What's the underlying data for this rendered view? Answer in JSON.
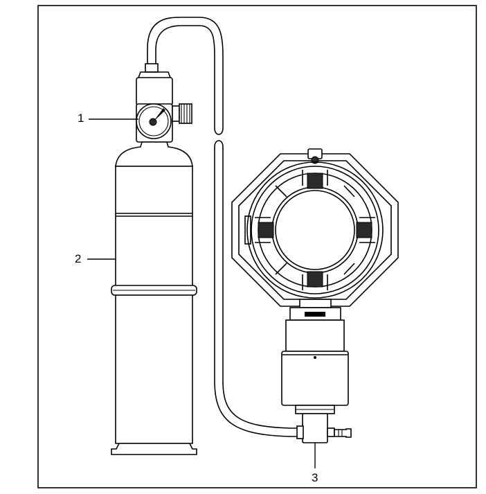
{
  "figure": {
    "frame_color": "#000000",
    "line_color": "#000000",
    "background": "#ffffff"
  },
  "callouts": [
    {
      "id": "gauge",
      "label": "1"
    },
    {
      "id": "cylinder",
      "label": "2"
    },
    {
      "id": "flow-adapter",
      "label": "3"
    }
  ]
}
